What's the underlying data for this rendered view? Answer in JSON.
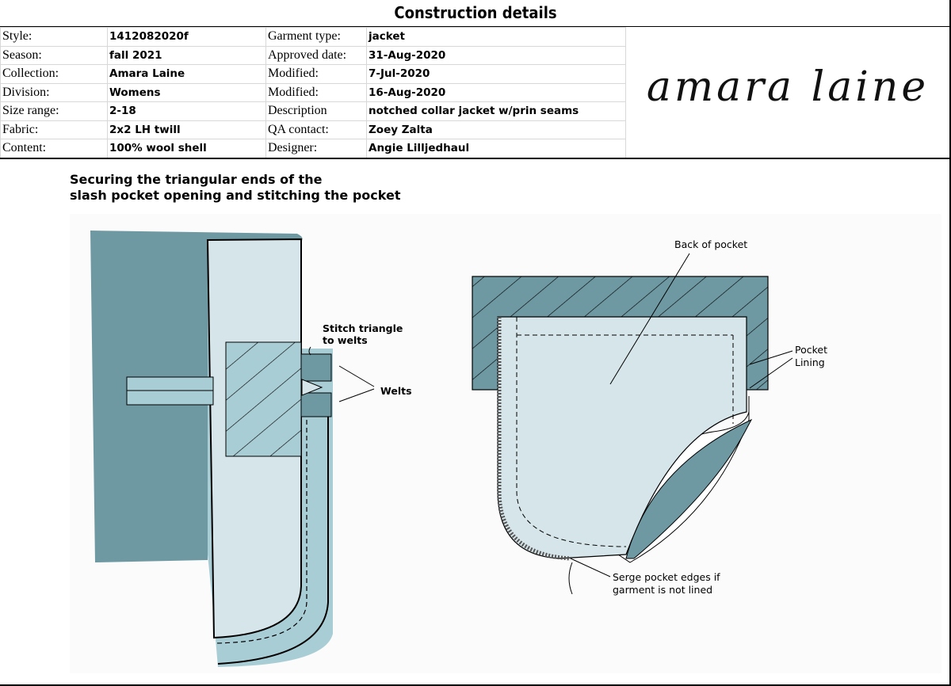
{
  "header": {
    "title": "Construction details",
    "logo_text": "amara laine"
  },
  "spec_rows": [
    {
      "label": "Style:",
      "value": "1412082020f",
      "label2": "Garment type:",
      "value2": "jacket"
    },
    {
      "label": "Season:",
      "value": "fall 2021",
      "label2": "Approved date:",
      "value2": "31-Aug-2020"
    },
    {
      "label": "Collection:",
      "value": "Amara Laine",
      "label2": "Modified:",
      "value2": "7-Jul-2020"
    },
    {
      "label": "Division:",
      "value": "Womens",
      "label2": "Modified:",
      "value2": "16-Aug-2020"
    },
    {
      "label": "Size range:",
      "value": "2-18",
      "label2": "Description",
      "value2": "notched collar jacket w/prin seams"
    },
    {
      "label": "Fabric:",
      "value": "2x2 LH twill",
      "label2": "QA contact:",
      "value2": "Zoey Zalta"
    },
    {
      "label": "Content:",
      "value": "100% wool shell",
      "label2": "Designer:",
      "value2": "Angie Lilljedhaul"
    }
  ],
  "illustration": {
    "heading_line1": "Securing the triangular ends of the",
    "heading_line2": "slash pocket opening and stitching the pocket",
    "left_labels": {
      "stitch_1": "Stitch triangle",
      "stitch_2": "to welts",
      "welts": "Welts"
    },
    "right_labels": {
      "back": "Back of pocket",
      "lining_1": "Pocket",
      "lining_2": "Lining",
      "serge_1": "Serge pocket edges if",
      "serge_2": "garment is not lined"
    },
    "colors": {
      "dark": "#6e99a2",
      "light": "#d6e5e9",
      "mid": "#a9cdd5"
    }
  }
}
